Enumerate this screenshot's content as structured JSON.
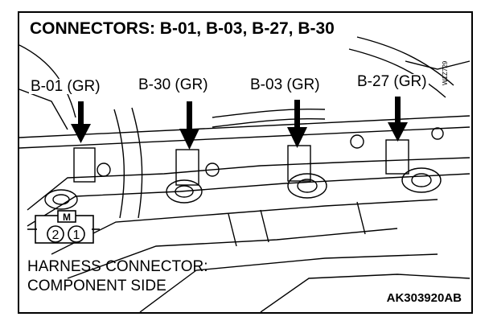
{
  "title": "CONNECTORS: B-01, B-03, B-27, B-30",
  "callouts": [
    "B-01 (GR)",
    "B-30 (GR)",
    "B-03 (GR)",
    "B-27 (GR)"
  ],
  "connector_symbol": {
    "marker": "M",
    "pins": [
      "2",
      "1"
    ]
  },
  "footer": {
    "line1": "HARNESS CONNECTOR:",
    "line2": "COMPONENT SIDE"
  },
  "figure_code": "AK303920AB",
  "side_code": "W1Z729"
}
